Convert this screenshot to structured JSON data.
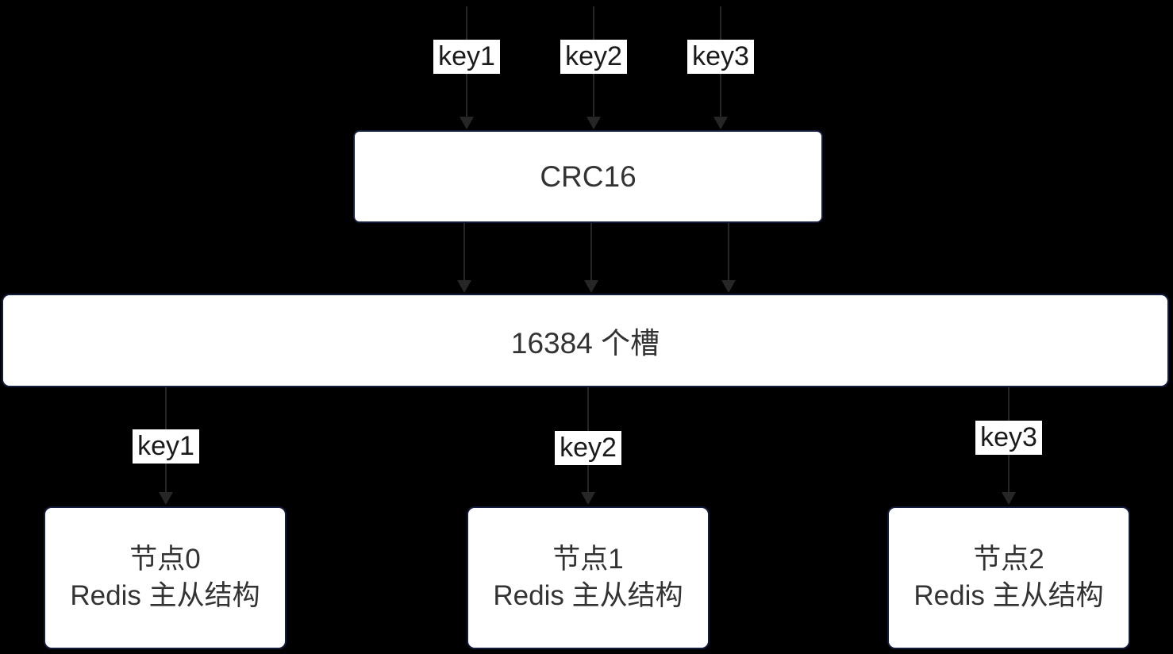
{
  "diagram": {
    "top_keys": [
      "key1",
      "key2",
      "key3"
    ],
    "crc_label": "CRC16",
    "slots_label": "16384 个槽",
    "bottom_keys": [
      "key1",
      "key2",
      "key3"
    ],
    "nodes": [
      {
        "name": "节点0",
        "desc": "Redis 主从结构"
      },
      {
        "name": "节点1",
        "desc": "Redis 主从结构"
      },
      {
        "name": "节点2",
        "desc": "Redis 主从结构"
      }
    ],
    "colors": {
      "background": "#000000",
      "box_fill": "#ffffff",
      "box_border": "#141c3c",
      "arrow": "#262626",
      "box_text": "#333333",
      "key_label_text": "#1a1a1a"
    }
  }
}
